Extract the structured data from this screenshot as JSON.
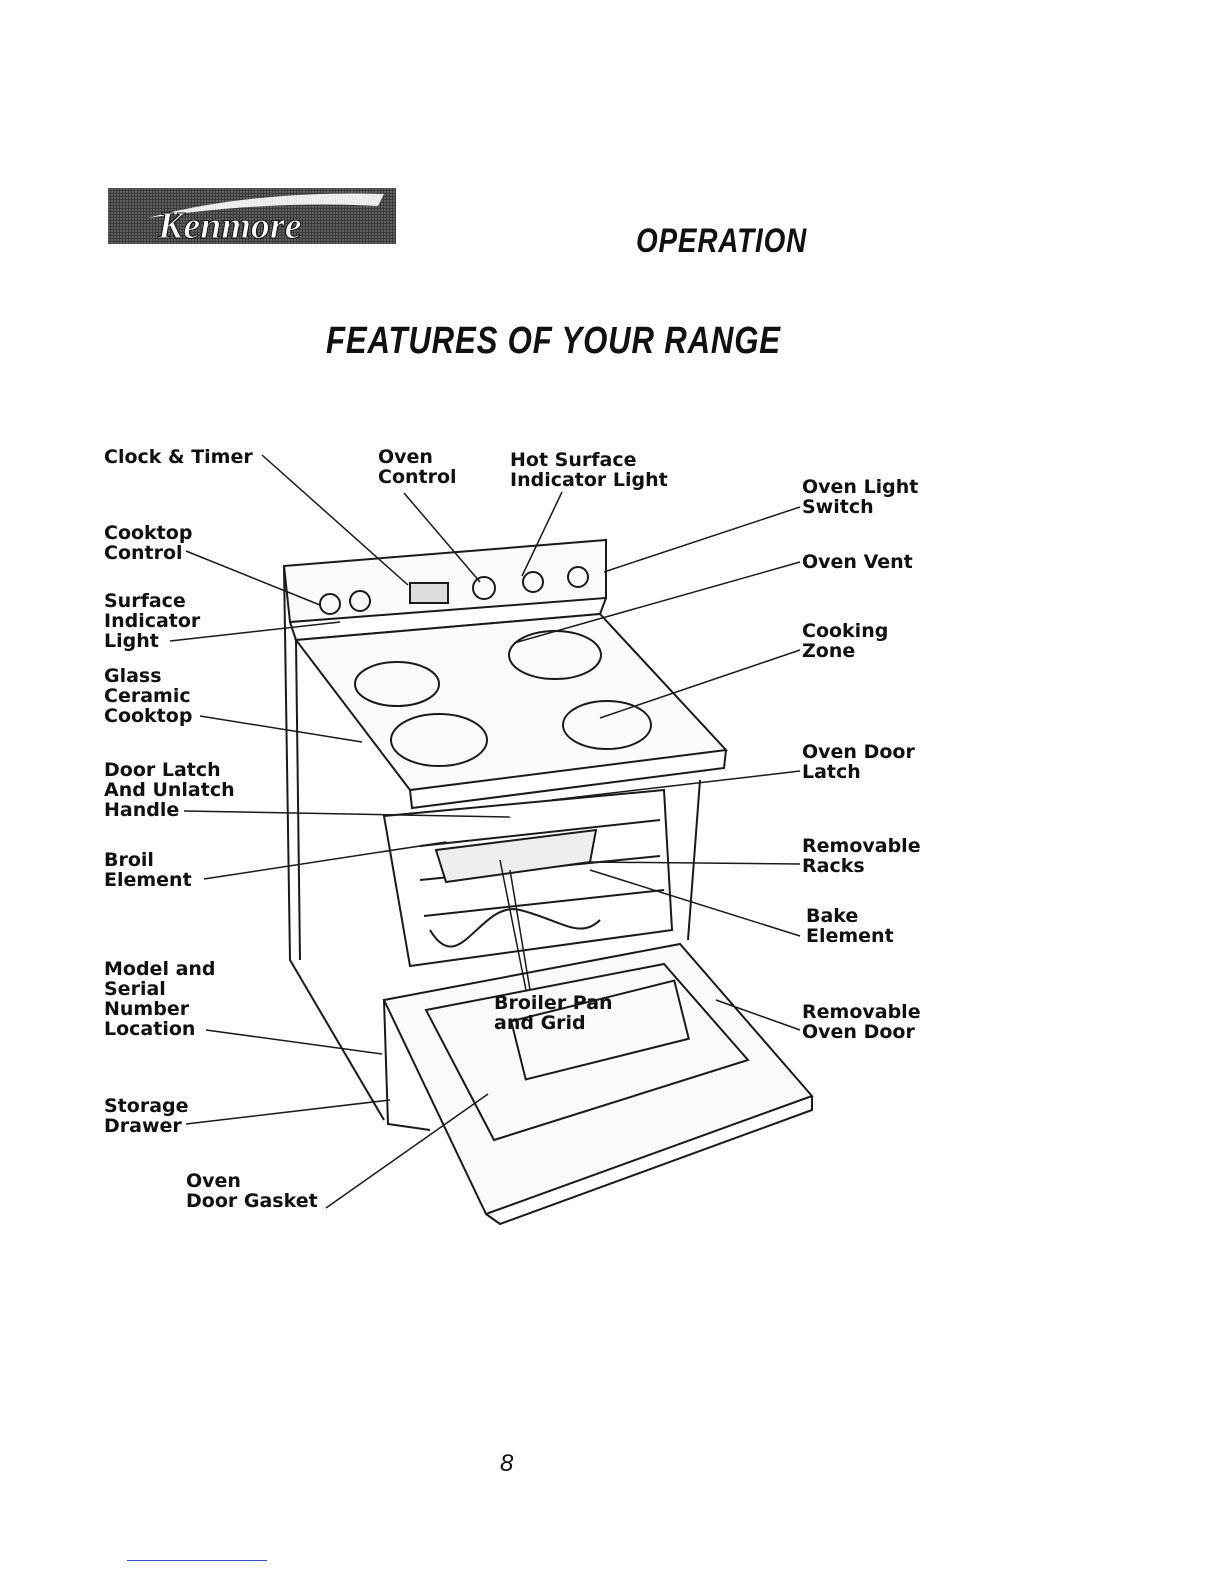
{
  "brand": {
    "logo_text": "Kenmore"
  },
  "header": {
    "section_title": "OPERATION"
  },
  "main": {
    "title": "FEATURES OF YOUR RANGE",
    "labels": {
      "clock_timer": "Clock & Timer",
      "oven_control": "Oven\nControl",
      "hot_surface": "Hot Surface\nIndicator Light",
      "oven_light_switch": "Oven Light\nSwitch",
      "cooktop_control": "Cooktop\nControl",
      "surface_indicator": "Surface\nIndicator\nLight",
      "oven_vent": "Oven Vent",
      "glass_cooktop": "Glass\nCeramic\nCooktop",
      "cooking_zone": "Cooking\nZone",
      "door_latch": "Door Latch\nAnd Unlatch\nHandle",
      "oven_door_latch": "Oven Door\nLatch",
      "broil_element": "Broil\nElement",
      "removable_racks": "Removable\nRacks",
      "bake_element": "Bake\nElement",
      "model_serial": "Model and\nSerial\nNumber\nLocation",
      "broiler_pan": "Broiler Pan\nand Grid",
      "removable_door": "Removable\nOven Door",
      "storage_drawer": "Storage\nDrawer",
      "door_gasket": "Oven\nDoor Gasket"
    }
  },
  "footer": {
    "page_number": "8"
  }
}
